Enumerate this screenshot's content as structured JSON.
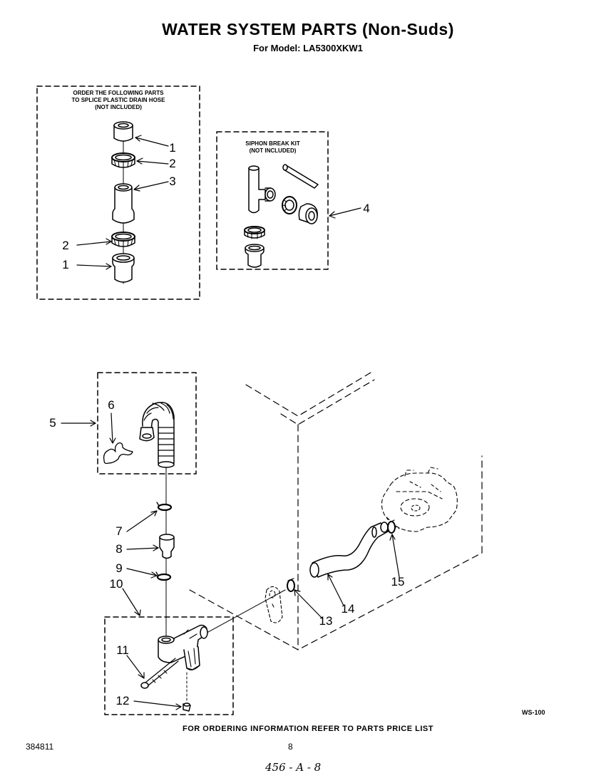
{
  "header": {
    "title": "WATER SYSTEM PARTS (Non-Suds)",
    "subtitle": "For Model: LA5300XKW1"
  },
  "notes": {
    "drain_hose_line1": "ORDER THE FOLLOWING PARTS",
    "drain_hose_line2": "TO SPLICE PLASTIC DRAIN HOSE",
    "drain_hose_line3": "(NOT INCLUDED)",
    "siphon_line1": "SIPHON BREAK KIT",
    "siphon_line2": "(NOT INCLUDED)"
  },
  "callouts": {
    "c1a": "1",
    "c2a": "2",
    "c3": "3",
    "c2b": "2",
    "c1b": "1",
    "c4": "4",
    "c5": "5",
    "c6": "6",
    "c7": "7",
    "c8": "8",
    "c9": "9",
    "c10": "10",
    "c11": "11",
    "c12": "12",
    "c13": "13",
    "c14": "14",
    "c15": "15"
  },
  "footer": {
    "diagram_code": "WS-100",
    "ordering_info": "FOR ORDERING INFORMATION REFER TO PARTS PRICE LIST",
    "part_number": "384811",
    "page_number": "8",
    "handwritten": "456 - A - 8"
  }
}
